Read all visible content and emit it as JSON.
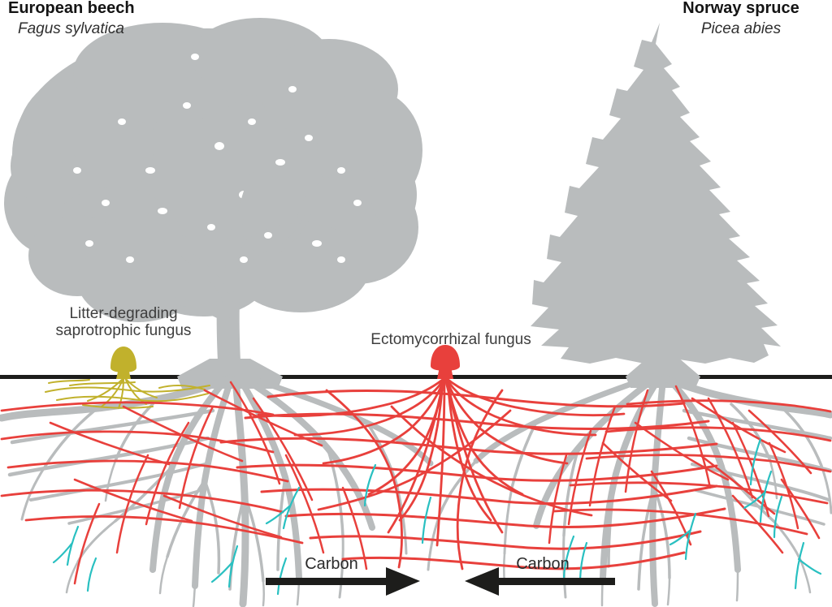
{
  "page": {
    "left_tree": {
      "common_name": "European beech",
      "latin_name": "Fagus sylvatica"
    },
    "right_tree": {
      "common_name": "Norway spruce",
      "latin_name": "Picea abies"
    },
    "annotations": {
      "saprotrophic_line1": "Litter-degrading",
      "saprotrophic_line2": "saprotrophic fungus",
      "ectomycorrhizal": "Ectomycorrhizal fungus",
      "carbon_left": "Carbon",
      "carbon_right": "Carbon"
    },
    "colors": {
      "tree_gray": "#b9bcbd",
      "fungus_red": "#e8403c",
      "fungus_yellow": "#c1b12c",
      "root_tip_cyan": "#29c0c1",
      "soil_black": "#1d1d1b",
      "title_text": "#141414",
      "label_text": "#3e3e3e",
      "background": "#ffffff"
    }
  }
}
